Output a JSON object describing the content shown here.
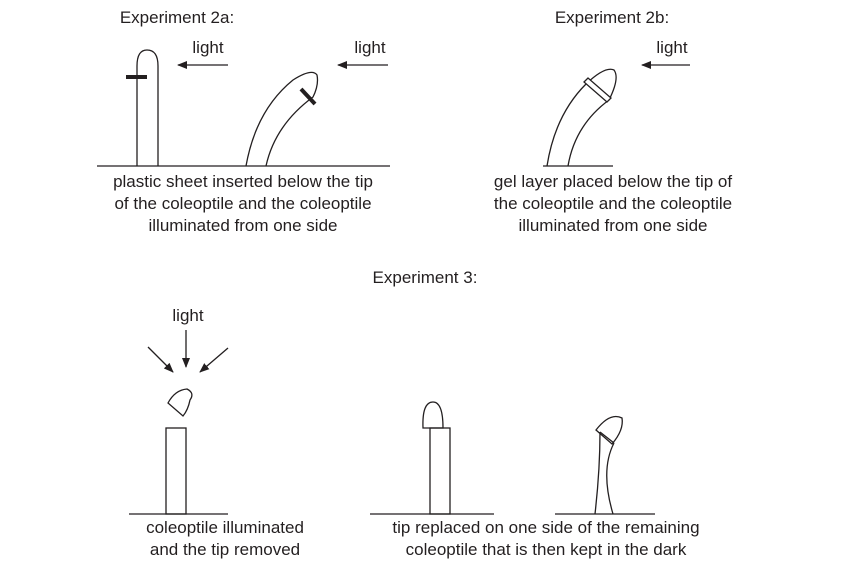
{
  "exp2a": {
    "title": "Experiment 2a:",
    "light_labels": [
      "light",
      "light"
    ],
    "caption": [
      "plastic sheet inserted below the tip",
      "of the coleoptile and the coleoptile",
      "illuminated from one side"
    ]
  },
  "exp2b": {
    "title": "Experiment 2b:",
    "light_label": "light",
    "caption": [
      "gel layer placed below the tip of",
      "the coleoptile and the coleoptile",
      "illuminated from one side"
    ]
  },
  "exp3": {
    "title": "Experiment 3:",
    "light_label": "light",
    "caption_left": [
      "coleoptile illuminated",
      "and the tip removed"
    ],
    "caption_right": [
      "tip replaced on one side of the remaining",
      "coleoptile that is then kept in the dark"
    ]
  }
}
